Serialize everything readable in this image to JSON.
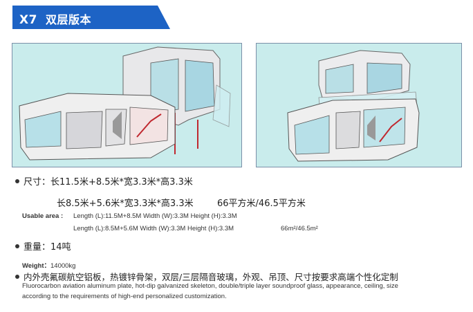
{
  "header": {
    "code": "X7",
    "title": "双层版本"
  },
  "specs": {
    "size_cn_1": "尺寸：长11.5米+8.5米*宽3.3米*高3.3米",
    "size_cn_2": "长8.5米+5.6米*宽3.3米*高3.3米",
    "area_cn": "66平方米/46.5平方米",
    "usable_area_label": "Usable area :",
    "usable_area_en_1": "Length (L):11.5M+8.5M Width (W):3.3M Height (H):3.3M",
    "usable_area_en_2": "Length (L):8.5M+5.6M Width (W):3.3M Height (H):3.3M",
    "area_en": "66m²/46.5m²",
    "weight_cn": "重量：14吨",
    "weight_label": "Weight：",
    "weight_value": "14000kg",
    "material_cn": "内外壳氟碳航空铝板，热镀锌骨架，双层/三层隔音玻璃，外观、吊顶、尺寸按要求高端个性化定制",
    "material_en_1": "Fluorocarbon aviation aluminum plate, hot-dip galvanized skeleton, double/triple layer soundproof glass, appearance, ceiling, size",
    "material_en_2": "according to the requirements of high-end personalized customization."
  }
}
